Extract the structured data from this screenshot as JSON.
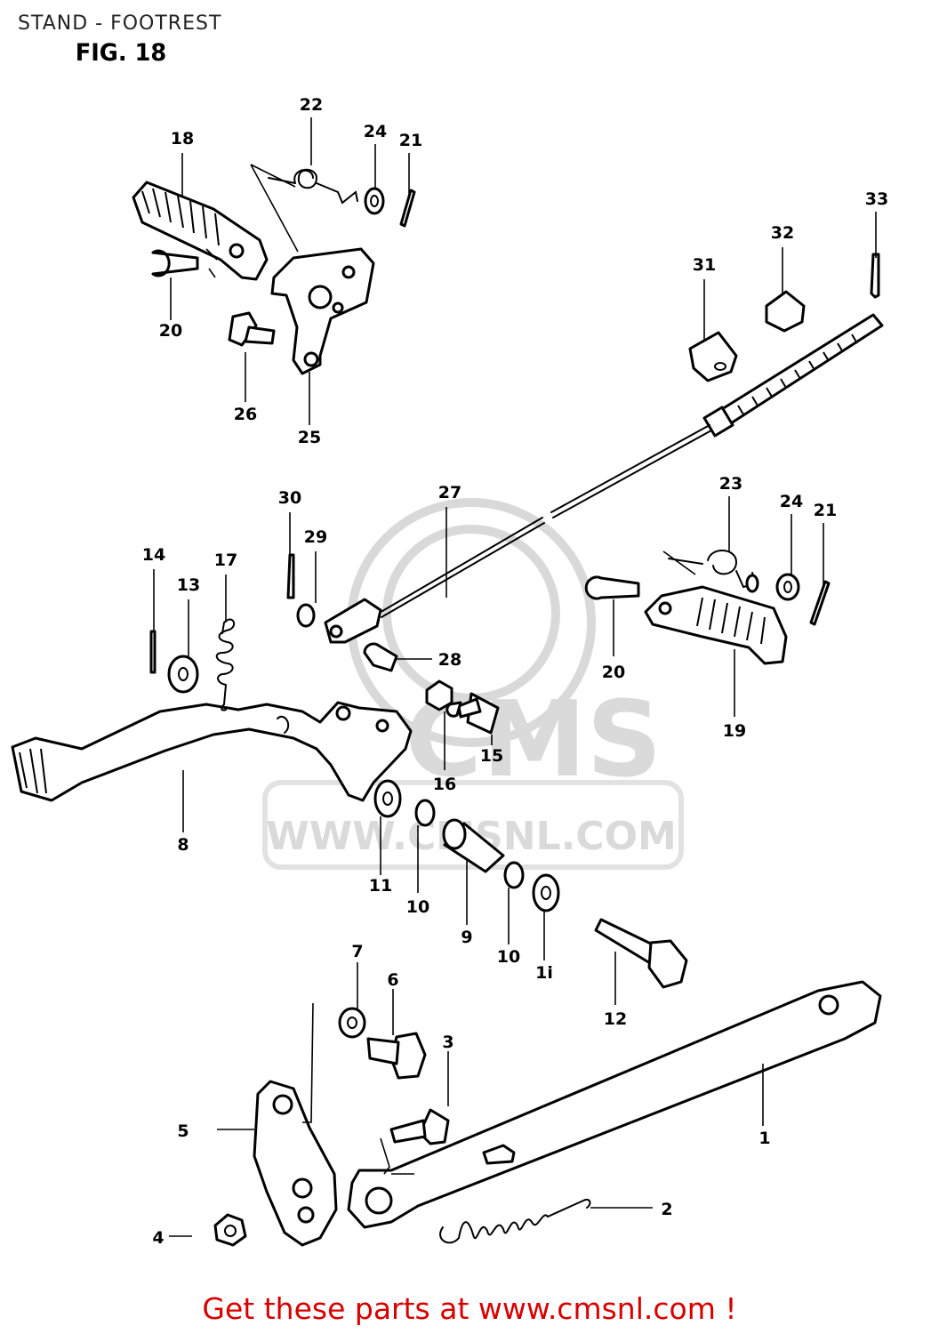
{
  "header": {
    "title": "STAND - FOOTREST",
    "figure": "FIG. 18"
  },
  "watermark": {
    "brand": "CMS",
    "url": "WWW.CMSNL.COM"
  },
  "footer": {
    "text": "Get these parts at www.cmsnl.com !",
    "color": "#d60000"
  },
  "callouts": [
    "1",
    "2",
    "3",
    "4",
    "5",
    "6",
    "7",
    "8",
    "9",
    "10",
    "10",
    "11",
    "1i",
    "12",
    "13",
    "14",
    "15",
    "16",
    "17",
    "18",
    "19",
    "20",
    "20",
    "21",
    "21",
    "22",
    "23",
    "24",
    "24",
    "25",
    "26",
    "27",
    "28",
    "29",
    "30",
    "31",
    "32",
    "33"
  ]
}
